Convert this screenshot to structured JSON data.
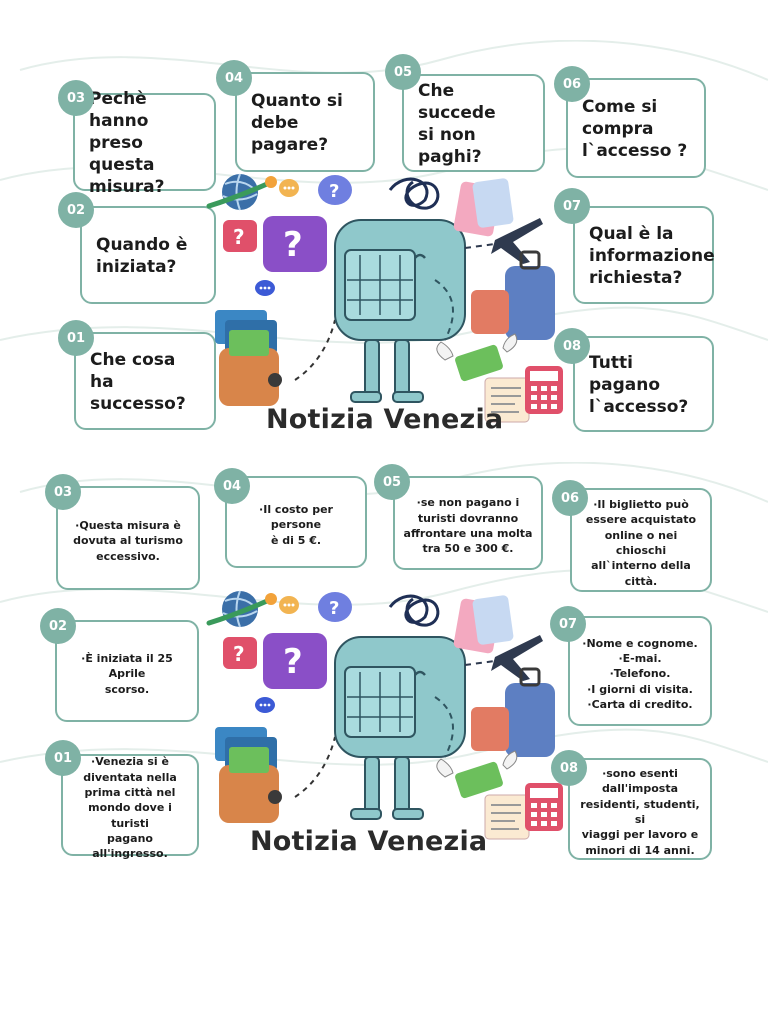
{
  "colors": {
    "accent": "#7fb2a5",
    "character": "#8fc8cb",
    "character_dark": "#2f5560",
    "text": "#1c1c1c"
  },
  "questions_panel": {
    "title": "Notizia Venezia",
    "items": [
      {
        "number": "03",
        "text": "Pechè hanno\npreso questa\nmisura?"
      },
      {
        "number": "04",
        "text": "Quanto si\ndebe\npagare?"
      },
      {
        "number": "05",
        "text": "Che succede\nsi non\npaghi?"
      },
      {
        "number": "06",
        "text": "Come si\ncompra\nl`accesso ?"
      },
      {
        "number": "02",
        "text": "Quando è\niniziata?"
      },
      {
        "number": "07",
        "text": "Qual è la\ninformazione\nrichiesta?"
      },
      {
        "number": "01",
        "text": "Che cosa ha\nsuccesso?"
      },
      {
        "number": "08",
        "text": "Tutti pagano\nl`accesso?"
      }
    ]
  },
  "answers_panel": {
    "title": "Notizia Venezia",
    "items": [
      {
        "number": "03",
        "text": "·Questa misura è\ndovuta al turismo\neccessivo."
      },
      {
        "number": "04",
        "text": "·Il costo per persone\nè di 5 €."
      },
      {
        "number": "05",
        "text": "·se non pagano i\nturisti dovranno\naffrontare una molta\ntra 50 e 300 €."
      },
      {
        "number": "06",
        "text": "·Il biglietto può\nessere acquistato\nonline o nei chioschi\nall`interno della\ncittà."
      },
      {
        "number": "02",
        "text": "·È iniziata il 25 Aprile\nscorso."
      },
      {
        "number": "07",
        "text": "·Nome e cognome.\n·E-mai.\n·Telefono.\n·I giorni di visita.\n·Carta di credito."
      },
      {
        "number": "01",
        "text": "·Venezia si è\ndiventata nella\nprima città nel\nmondo dove i turisti\npagano all'ingresso."
      },
      {
        "number": "08",
        "text": "·sono esenti\ndall'imposta\nresidenti, studenti, si\nviaggi per lavoro e\nminori di 14 anni."
      }
    ]
  },
  "icons": [
    "globe-icon",
    "chat-bubble-icon",
    "question-bubble-icon",
    "wallet-icon",
    "credit-card-icon",
    "airplane-icon",
    "suitcase-icon",
    "passport-icon",
    "winged-money-icon",
    "calculator-icon",
    "receipt-icon",
    "scribble-icon"
  ]
}
